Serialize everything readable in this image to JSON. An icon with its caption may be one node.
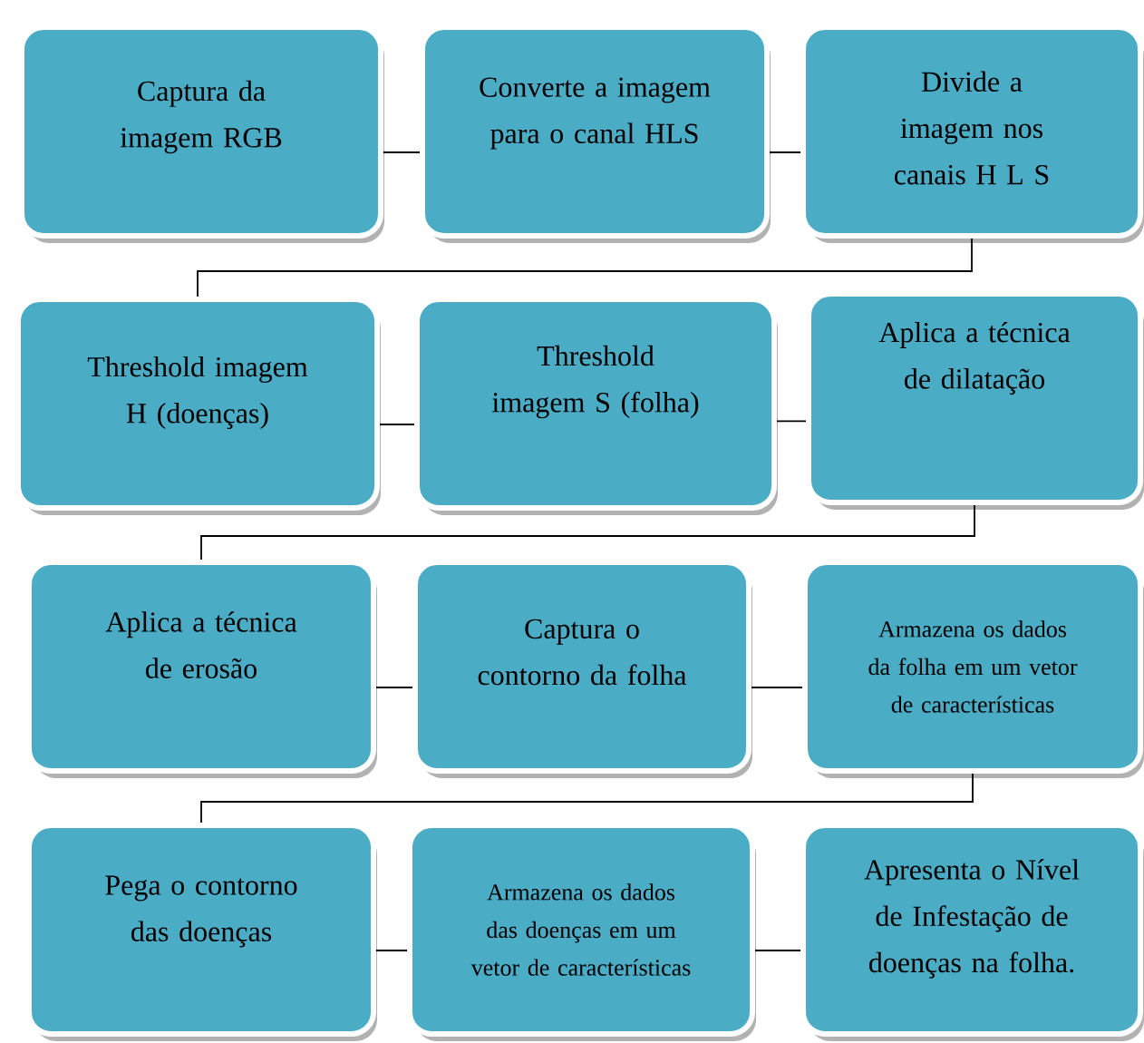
{
  "diagram": {
    "nodes": [
      {
        "text": [
          "Captura da imagem RGB"
        ]
      },
      {
        "text": [
          "Converte a imagem para o canal HLS"
        ]
      },
      {
        "text": [
          "Divide a imagem nos canais H L S"
        ]
      },
      {
        "text": [
          "Threshold imagem H (doenças)"
        ]
      },
      {
        "text": [
          "Threshold imagem S (folha)"
        ]
      },
      {
        "text": [
          "Aplica a técnica de dilatação"
        ]
      },
      {
        "text": [
          "Aplica a técnica de erosão"
        ]
      },
      {
        "text": [
          "Captura o contorno da folha"
        ]
      },
      {
        "text": [
          "Armazena os dados da folha em um vetor de características"
        ]
      },
      {
        "text": [
          "Pega o contorno das doenças"
        ]
      },
      {
        "text": [
          "Armazena os dados das doenças em um vetor de características"
        ]
      },
      {
        "text": [
          "Apresenta o Nível de Infestação de doenças na folha."
        ]
      }
    ],
    "edges": [
      {
        "from": 0,
        "to": 1,
        "arrow": "none"
      },
      {
        "from": 1,
        "to": 2,
        "arrow": "none"
      },
      {
        "from": 2,
        "to": 3,
        "arrow": "none"
      },
      {
        "from": 3,
        "to": 4,
        "arrow": "none"
      },
      {
        "from": 4,
        "to": 5,
        "arrow": "none"
      },
      {
        "from": 5,
        "to": 6,
        "arrow": "none"
      },
      {
        "from": 6,
        "to": 7,
        "arrow": "none"
      },
      {
        "from": 7,
        "to": 8,
        "arrow": "none"
      },
      {
        "from": 8,
        "to": 9,
        "arrow": "none"
      },
      {
        "from": 9,
        "to": 10,
        "arrow": "none"
      },
      {
        "from": 10,
        "to": 11,
        "arrow": "none"
      }
    ]
  }
}
